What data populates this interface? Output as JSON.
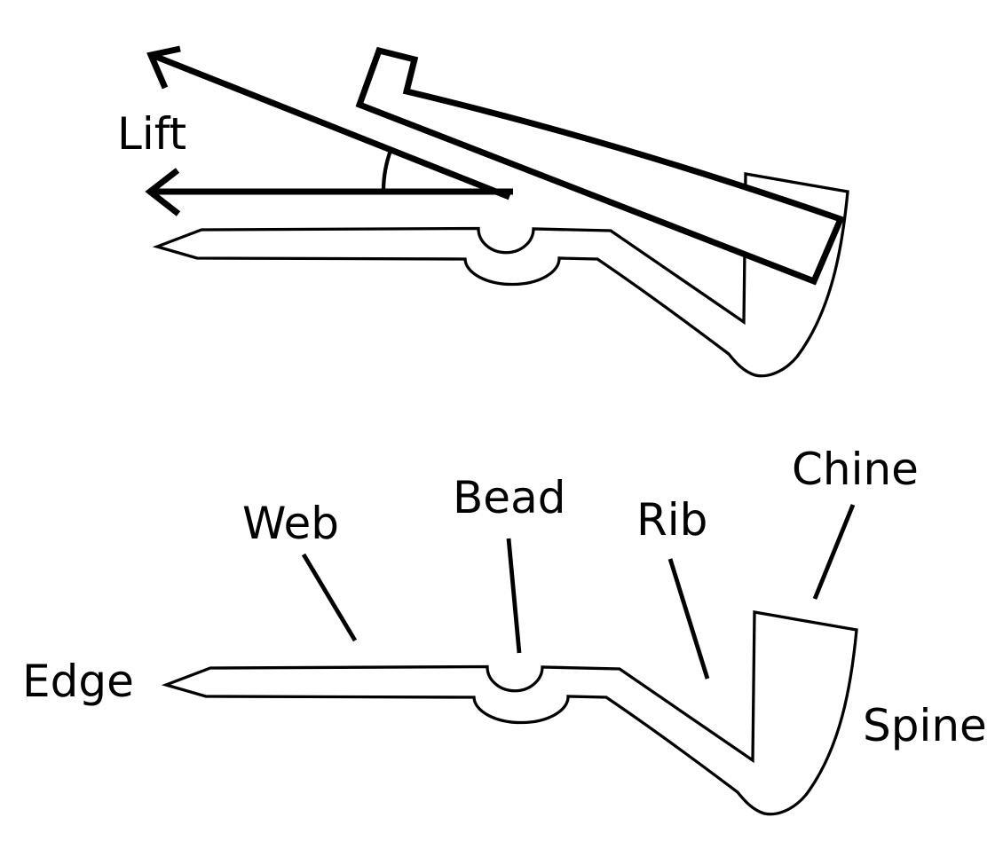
{
  "colors": {
    "ink": "#000000",
    "background": "#ffffff"
  },
  "labels": {
    "lift": "Lift",
    "edge": "Edge",
    "web": "Web",
    "bead": "Bead",
    "rib": "Rib",
    "chine": "Chine",
    "spine": "Spine"
  }
}
